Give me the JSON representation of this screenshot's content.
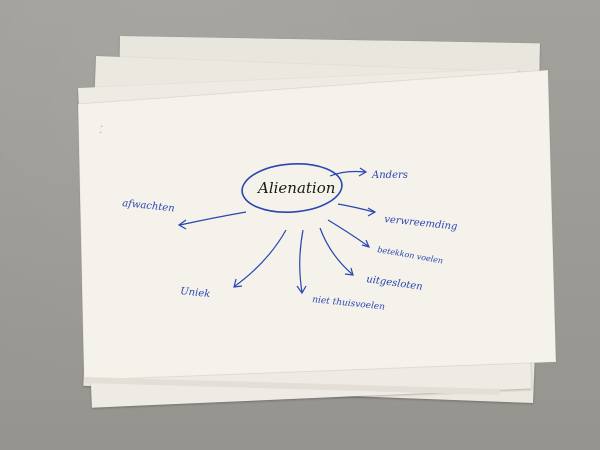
{
  "scene": {
    "description_colors": {
      "ink": "#2a46b0",
      "center_ink": "#1a1a1a",
      "paper": "#f4f1ea",
      "background": "#9c9a95"
    }
  },
  "mindmap": {
    "center": "Alienation",
    "branches": [
      {
        "label": "Anders"
      },
      {
        "label": "verwreemding"
      },
      {
        "label": "betekkon voelen"
      },
      {
        "label": "uitgesloten"
      },
      {
        "label": "niet thuisvoelen"
      },
      {
        "label": "Uniek"
      },
      {
        "label": "afwachten"
      }
    ]
  }
}
